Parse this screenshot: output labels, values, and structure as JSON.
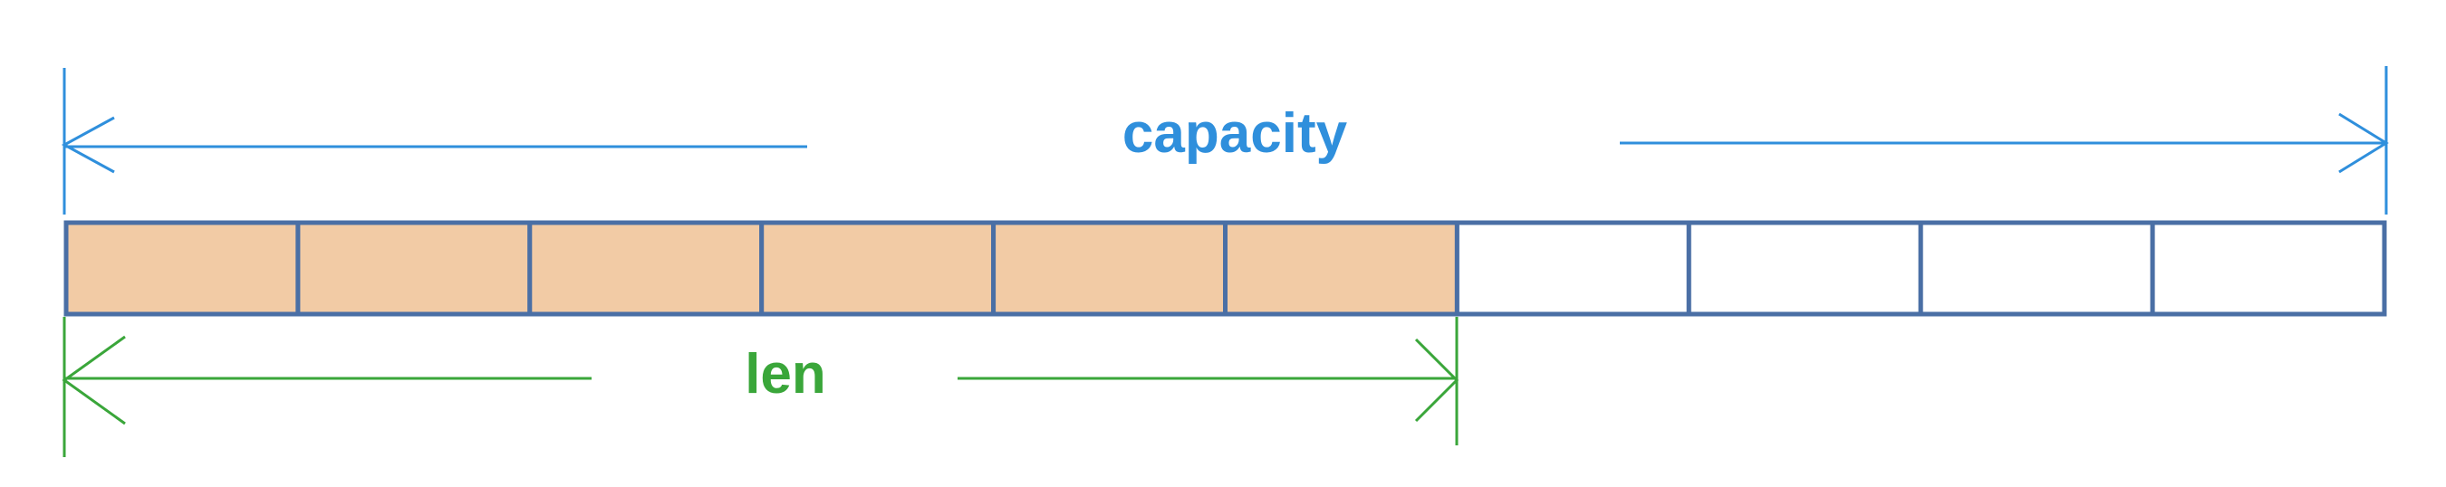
{
  "labels": {
    "capacity": "capacity",
    "len": "len"
  },
  "array": {
    "total_slots": 10,
    "filled_slots": 6
  },
  "colors": {
    "capacity": "#2f8fdc",
    "len": "#3aa63a",
    "cell_border": "#4a6fa5",
    "cell_filled": "#f2cba5",
    "cell_empty": "#ffffff"
  }
}
